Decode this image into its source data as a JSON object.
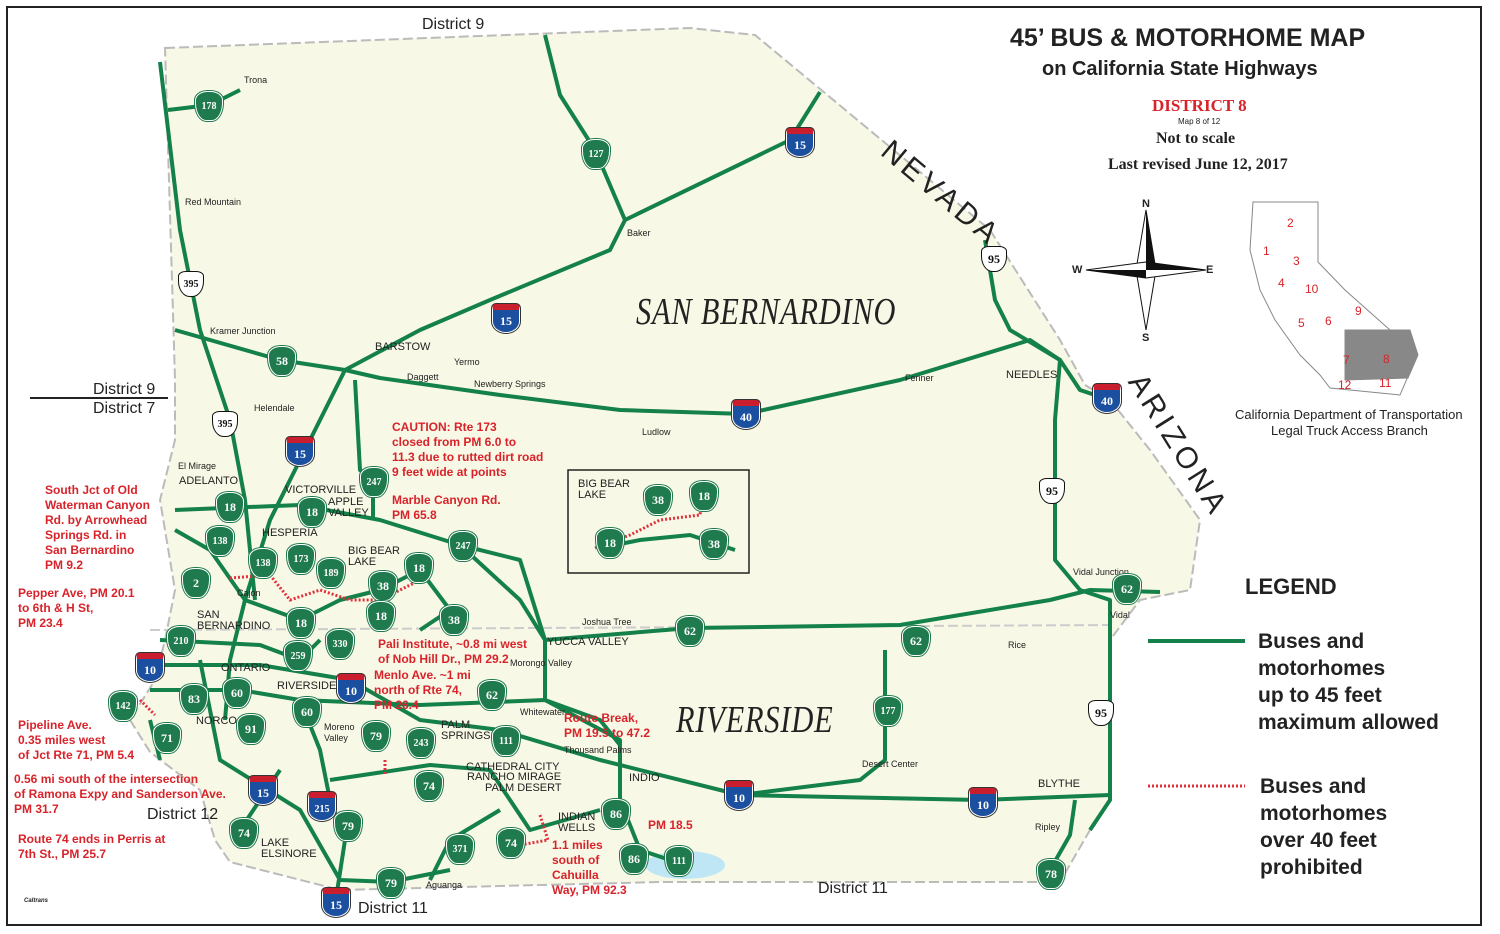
{
  "title": {
    "main": "45’ BUS & MOTORHOME MAP",
    "sub": "on California State Highways",
    "district": "DISTRICT 8",
    "map_no": "Map 8 of 12",
    "scale": "Not to scale",
    "revised": "Last revised June 12, 2017"
  },
  "compass": {
    "n": "N",
    "s": "S",
    "e": "E",
    "w": "W"
  },
  "inset": {
    "districts": [
      "2",
      "1",
      "3",
      "4",
      "10",
      "5",
      "6",
      "9",
      "7",
      "8",
      "12",
      "11"
    ],
    "caption1": "California Department of Transportation",
    "caption2": "Legal Truck Access Branch"
  },
  "states": {
    "nevada": "NEVADA",
    "arizona": "ARIZONA"
  },
  "counties": {
    "sb": "SAN BERNARDINO",
    "riv": "RIVERSIDE"
  },
  "districts": {
    "d9_top": "District 9",
    "d9_left": "District 9",
    "d7": "District 7",
    "d12": "District 12",
    "d11a": "District 11",
    "d11b": "District 11"
  },
  "places": [
    "Trona",
    "Red Mountain",
    "Kramer Junction",
    "Baker",
    "BARSTOW",
    "Yermo",
    "Daggett",
    "Newberry Springs",
    "Fenner",
    "NEEDLES",
    "Ludlow",
    "Helendale",
    "El Mirage",
    "ADELANTO",
    "VICTORVILLE",
    "APPLE\nVALLEY",
    "HESPERIA",
    "BIG BEAR\nLAKE",
    "Cajon",
    "SAN\nBERNARDINO",
    "ONTARIO",
    "RIVERSIDE",
    "NORCO",
    "Moreno\nValley",
    "PALM\nSPRINGS",
    "Whitewater",
    "Morongo Valley",
    "YUCCA VALLEY",
    "Joshua Tree",
    "Thousand Palms",
    "CATHEDRAL CITY",
    "RANCHO MIRAGE",
    "PALM DESERT",
    "INDIO",
    "INDIAN\nWELLS",
    "Desert Center",
    "Rice",
    "Vidal Junction",
    "Vidal",
    "BLYTHE",
    "Ripley",
    "LAKE\nELSINORE",
    "Aguanga",
    "BIG BEAR\nLAKE"
  ],
  "notes": [
    "CAUTION: Rte 173\nclosed from PM 6.0 to\n11.3 due to rutted dirt road\n9 feet wide at points",
    "Marble Canyon Rd.\nPM 65.8",
    "South Jct of Old\nWaterman Canyon\nRd. by Arrowhead\nSprings Rd. in\nSan Bernardino\nPM 9.2",
    "Pepper Ave, PM 20.1\nto 6th & H St,\nPM 23.4",
    "Pali Institute, ~0.8 mi west\nof Nob Hill Dr., PM 29.2",
    "Menlo Ave. ~1 mi\nnorth of Rte 74,\nPM 26.4",
    "Route Break,\nPM 19.5 to 47.2",
    "Pipeline Ave.\n0.35 miles west\nof Jct Rte 71, PM 5.4",
    "0.56 mi south of the intersection\nof Ramona Expy and Sanderson Ave.\nPM 31.7",
    "Route 74 ends in Perris at\n7th St., PM 25.7",
    "PM 18.5",
    "1.1 miles\nsouth of\nCahuilla\nWay, PM 92.3"
  ],
  "shields": [
    {
      "type": "state",
      "route": "178"
    },
    {
      "type": "state",
      "route": "127"
    },
    {
      "type": "us",
      "route": "395"
    },
    {
      "type": "state",
      "route": "58"
    },
    {
      "type": "us",
      "route": "395"
    },
    {
      "type": "state",
      "route": "247"
    },
    {
      "type": "state",
      "route": "18"
    },
    {
      "type": "state",
      "route": "18"
    },
    {
      "type": "state",
      "route": "138"
    },
    {
      "type": "state",
      "route": "173"
    },
    {
      "type": "state",
      "route": "138"
    },
    {
      "type": "state",
      "route": "189"
    },
    {
      "type": "state",
      "route": "2"
    },
    {
      "type": "state",
      "route": "38"
    },
    {
      "type": "state",
      "route": "18"
    },
    {
      "type": "state",
      "route": "18"
    },
    {
      "type": "state",
      "route": "18"
    },
    {
      "type": "state",
      "route": "38"
    },
    {
      "type": "state",
      "route": "330"
    },
    {
      "type": "state",
      "route": "210"
    },
    {
      "type": "state",
      "route": "259"
    },
    {
      "type": "state",
      "route": "247"
    },
    {
      "type": "state",
      "route": "62"
    },
    {
      "type": "state",
      "route": "62"
    },
    {
      "type": "state",
      "route": "62"
    },
    {
      "type": "us",
      "route": "95"
    },
    {
      "type": "us",
      "route": "95"
    },
    {
      "type": "us",
      "route": "95"
    },
    {
      "type": "state",
      "route": "83"
    },
    {
      "type": "state",
      "route": "60"
    },
    {
      "type": "state",
      "route": "60"
    },
    {
      "type": "state",
      "route": "91"
    },
    {
      "type": "state",
      "route": "142"
    },
    {
      "type": "state",
      "route": "71"
    },
    {
      "type": "state",
      "route": "62"
    },
    {
      "type": "state",
      "route": "79"
    },
    {
      "type": "state",
      "route": "243"
    },
    {
      "type": "state",
      "route": "111"
    },
    {
      "type": "state",
      "route": "177"
    },
    {
      "type": "state",
      "route": "74"
    },
    {
      "type": "state",
      "route": "79"
    },
    {
      "type": "state",
      "route": "74"
    },
    {
      "type": "state",
      "route": "371"
    },
    {
      "type": "state",
      "route": "74"
    },
    {
      "type": "state",
      "route": "86"
    },
    {
      "type": "state",
      "route": "86"
    },
    {
      "type": "state",
      "route": "111"
    },
    {
      "type": "state",
      "route": "79"
    },
    {
      "type": "state",
      "route": "78"
    },
    {
      "type": "state",
      "route": "38"
    },
    {
      "type": "state",
      "route": "18"
    },
    {
      "type": "state",
      "route": "18"
    },
    {
      "type": "state",
      "route": "38"
    },
    {
      "type": "i",
      "route": "15"
    },
    {
      "type": "i",
      "route": "15"
    },
    {
      "type": "i",
      "route": "40"
    },
    {
      "type": "i",
      "route": "40"
    },
    {
      "type": "i",
      "route": "15"
    },
    {
      "type": "i",
      "route": "10"
    },
    {
      "type": "i",
      "route": "10"
    },
    {
      "type": "i",
      "route": "15"
    },
    {
      "type": "i",
      "route": "215"
    },
    {
      "type": "i",
      "route": "10"
    },
    {
      "type": "i",
      "route": "10"
    },
    {
      "type": "i",
      "route": "15"
    }
  ],
  "legend": {
    "title": "LEGEND",
    "allowed": "Buses and\nmotorhomes\nup to 45 feet\nmaximum allowed",
    "prohibited": "Buses and\nmotorhomes\nover 40 feet\nprohibited"
  },
  "logo": {
    "text": "Caltrans"
  },
  "colors": {
    "land": "#f8f8e6",
    "road": "#14804a",
    "prohibited": "#e0303a",
    "note": "#d8232a",
    "district8": "#888888"
  }
}
